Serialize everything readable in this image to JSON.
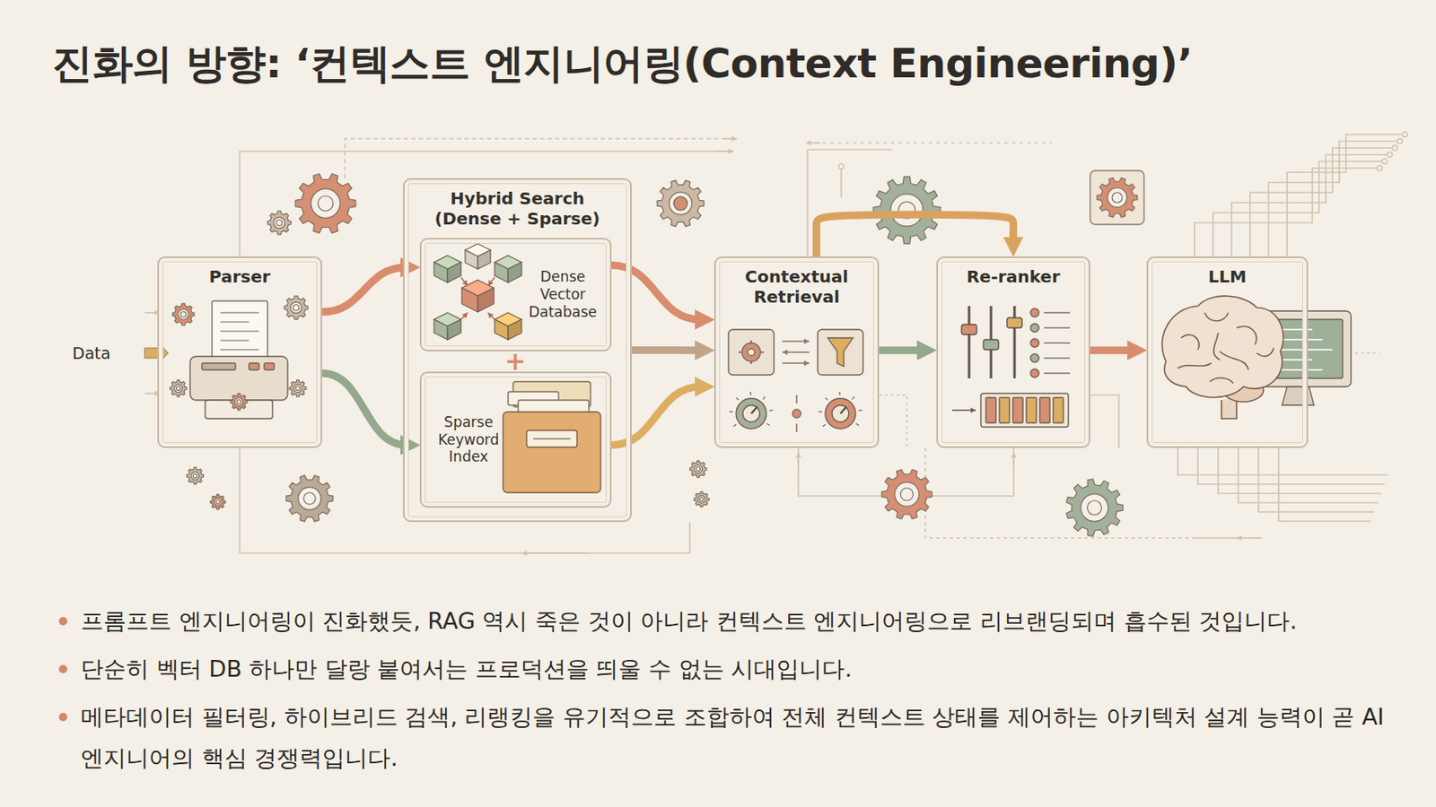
{
  "diagram": {
    "title": "진화의 방향: ‘컨텍스트 엔지니어링(Context Engineering)’",
    "nodes": [
      {
        "text": [
          "Parser"
        ]
      },
      {
        "text": [
          "Hybrid Search (Dense + Sparse)"
        ]
      },
      {
        "text": [
          "Dense Vector Database"
        ],
        "in": 1
      },
      {
        "text": [
          "Sparse Keyword Index"
        ],
        "in": 1
      },
      {
        "text": [
          "Contextual Retrieval"
        ]
      },
      {
        "text": [
          "Re-ranker"
        ]
      },
      {
        "text": [
          "LLM"
        ]
      }
    ],
    "edges": [
      {
        "from": 0,
        "to": 2,
        "arrow": "to"
      },
      {
        "from": 0,
        "to": 3,
        "arrow": "to"
      },
      {
        "from": 2,
        "to": 4,
        "arrow": "to"
      },
      {
        "from": 1,
        "to": 4,
        "arrow": "to"
      },
      {
        "from": 3,
        "to": 4,
        "arrow": "to"
      },
      {
        "from": 4,
        "to": 5,
        "arrow": "to"
      },
      {
        "from": 4,
        "to": 5,
        "arrow": "to"
      },
      {
        "from": 5,
        "to": 6,
        "arrow": "to"
      }
    ],
    "labels": [
      "Data",
      "+",
      "프롬프트 엔지니어링이 진화했듯, RAG 역시 죽은 것이 아니라 컨텍스트 엔지니어링으로 리브랜딩되며 흡수된 것입니다.",
      "단순히 벡터 DB 하나만 달랑 붙여서는 프로덕션을 띄울 수 없는 시대입니다.",
      "메타데이터 필터링, 하이브리드 검색, 리랭킹을 유기적으로 조합하여 전체 컨텍스트 상태를 제어하는 아키텍처 설계 능력이 곧 AI 엔지니어의 핵심 경쟁력입니다."
    ]
  }
}
